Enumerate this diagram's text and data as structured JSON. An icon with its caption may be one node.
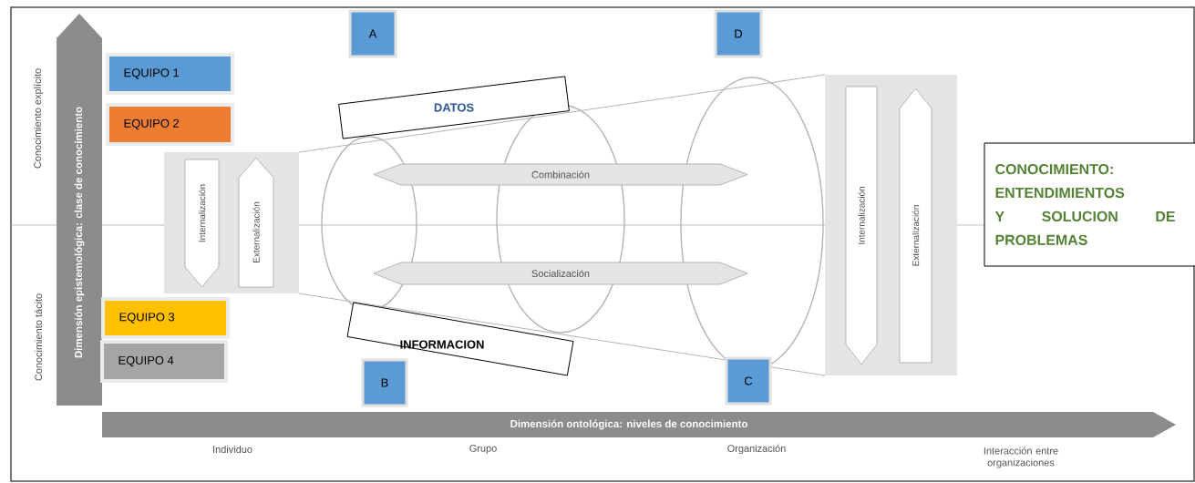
{
  "diagram": {
    "nodes": [
      {
        "text": [
          "A"
        ]
      },
      {
        "text": [
          "D"
        ]
      },
      {
        "text": [
          "EQUIPO 1"
        ]
      },
      {
        "text": [
          "EQUIPO 2"
        ]
      },
      {
        "text": [
          "Dimensión epistemológica: clase de conocimiento"
        ]
      },
      {
        "text": [
          "DATOS"
        ]
      },
      {
        "text": [
          "Internalización"
        ]
      },
      {
        "text": [
          "Externalización"
        ]
      },
      {
        "text": [
          "Combinación"
        ]
      },
      {
        "text": [
          "Socialización"
        ]
      },
      {
        "text": [
          "Internalización"
        ]
      },
      {
        "text": [
          "Externalización"
        ]
      },
      {
        "text": [
          "CONOCIMIENTO: ENTENDIMIENTOS Y SOLUCION DE PROBLEMAS"
        ]
      },
      {
        "text": [
          "EQUIPO 3"
        ]
      },
      {
        "text": [
          "INFORMACION"
        ]
      },
      {
        "text": [
          "EQUIPO 4"
        ]
      },
      {
        "text": [
          "B"
        ]
      },
      {
        "text": [
          "C"
        ]
      },
      {
        "text": [
          "Dimensión ontológica: niveles de conocimiento"
        ]
      }
    ],
    "labels": [
      "Conocimiento explícito",
      "Conocimiento tácito",
      "Individuo",
      "Grupo",
      "Organización",
      "Interacción entre organizaciones"
    ]
  }
}
